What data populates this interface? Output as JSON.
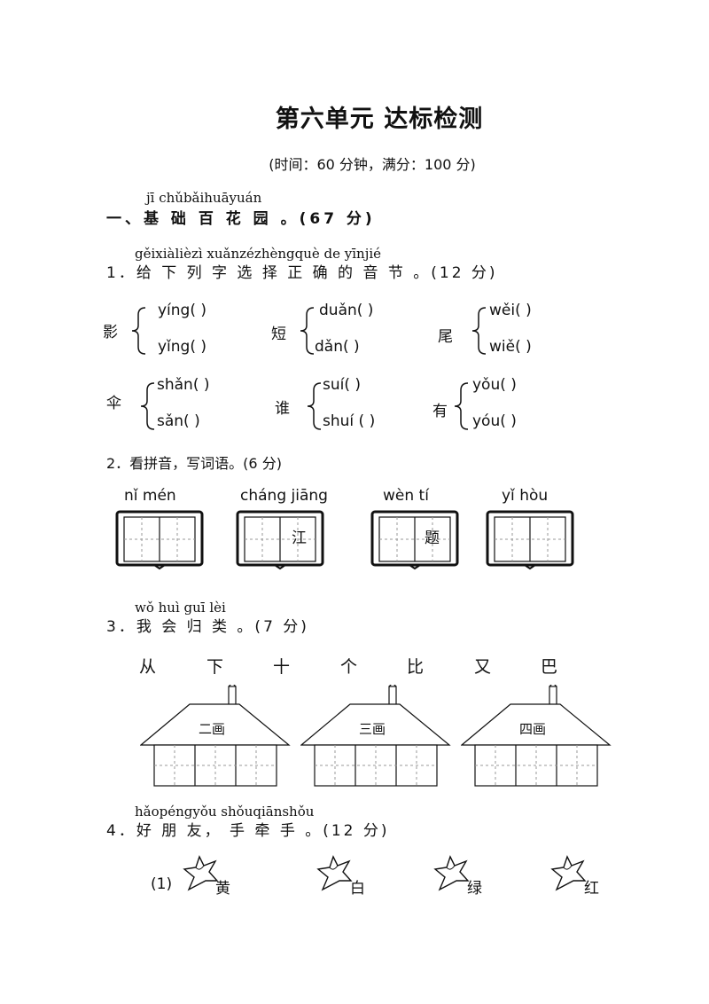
{
  "header": {
    "title": "第六单元  达标检测",
    "subtitle": "(时间：60 分钟，满分：100 分)"
  },
  "section1": {
    "pinyin": "jī chǔbǎihuāyuán",
    "title": "一、基 础 百 花 园 。(67 分)"
  },
  "q1": {
    "pinyin": "gěixiàlièzì xuǎnzézhèngquè de yīnjié",
    "title": "1．给 下 列 字 选 择  正  确 的 音 节 。(12 分)",
    "groups": [
      {
        "char": "影",
        "opts": [
          "yíng(          )",
          "yǐng(          )"
        ]
      },
      {
        "char": "短",
        "opts": [
          "duǎn(          )",
          "dǎn(          )"
        ]
      },
      {
        "char": "尾",
        "opts": [
          "wěi(          )",
          "wiě(          )"
        ]
      },
      {
        "char": "伞",
        "opts": [
          "shǎn(          )",
          "sǎn(          )"
        ]
      },
      {
        "char": "谁",
        "opts": [
          "suí(          )",
          "shuí  (          )"
        ]
      },
      {
        "char": "有",
        "opts": [
          "yǒu(          )",
          "yóu(          )"
        ]
      }
    ]
  },
  "q2": {
    "title": "2．看拼音，写词语。(6 分)",
    "words": [
      {
        "pinyin": "nǐ   mén",
        "given": ""
      },
      {
        "pinyin": "cháng jiāng",
        "given": "江"
      },
      {
        "pinyin": "wèn      tí",
        "given": "题"
      },
      {
        "pinyin": "yǐ   hòu",
        "given": ""
      }
    ]
  },
  "q3": {
    "pinyin": "wǒ huì guī lèi",
    "title": "3．我 会 归 类 。(7 分)",
    "chars": [
      "从",
      "下",
      "十",
      "个",
      "比",
      "又",
      "巴"
    ],
    "houses": [
      "二画",
      "三画",
      "四画"
    ]
  },
  "q4": {
    "pinyin": "hǎopéngyǒu  shǒuqiānshǒu",
    "title": "4．好 朋 友，  手  牵  手 。(12 分)",
    "index": "(1)",
    "chars": [
      "黄",
      "白",
      "绿",
      "红"
    ]
  },
  "colors": {
    "ink": "#111111",
    "grid": "#999999"
  }
}
